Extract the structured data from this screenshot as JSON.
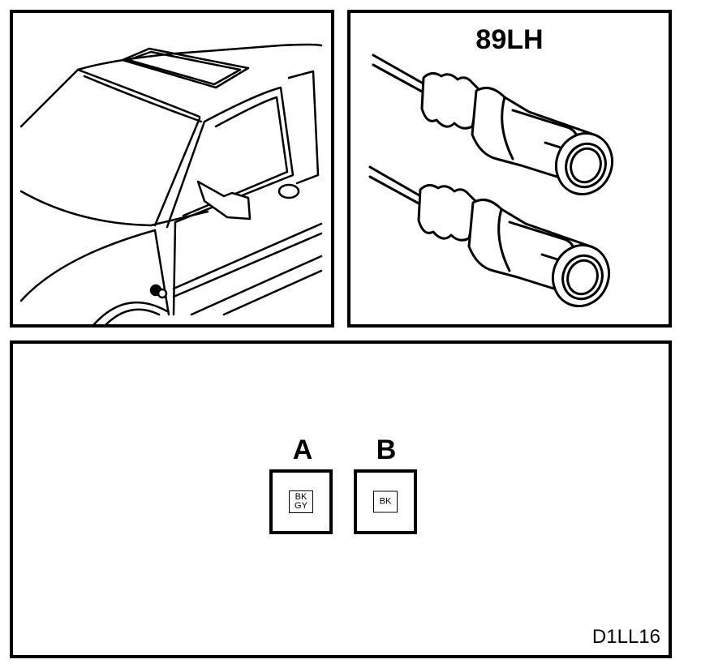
{
  "connector": {
    "title": "89LH"
  },
  "terminals": [
    {
      "letter": "A",
      "wire_colors": [
        "BK",
        "GY"
      ]
    },
    {
      "letter": "B",
      "wire_colors": [
        "BK"
      ]
    }
  ],
  "diagram_id": "D1LL16",
  "colors": {
    "line": "#000000",
    "background": "#ffffff"
  }
}
